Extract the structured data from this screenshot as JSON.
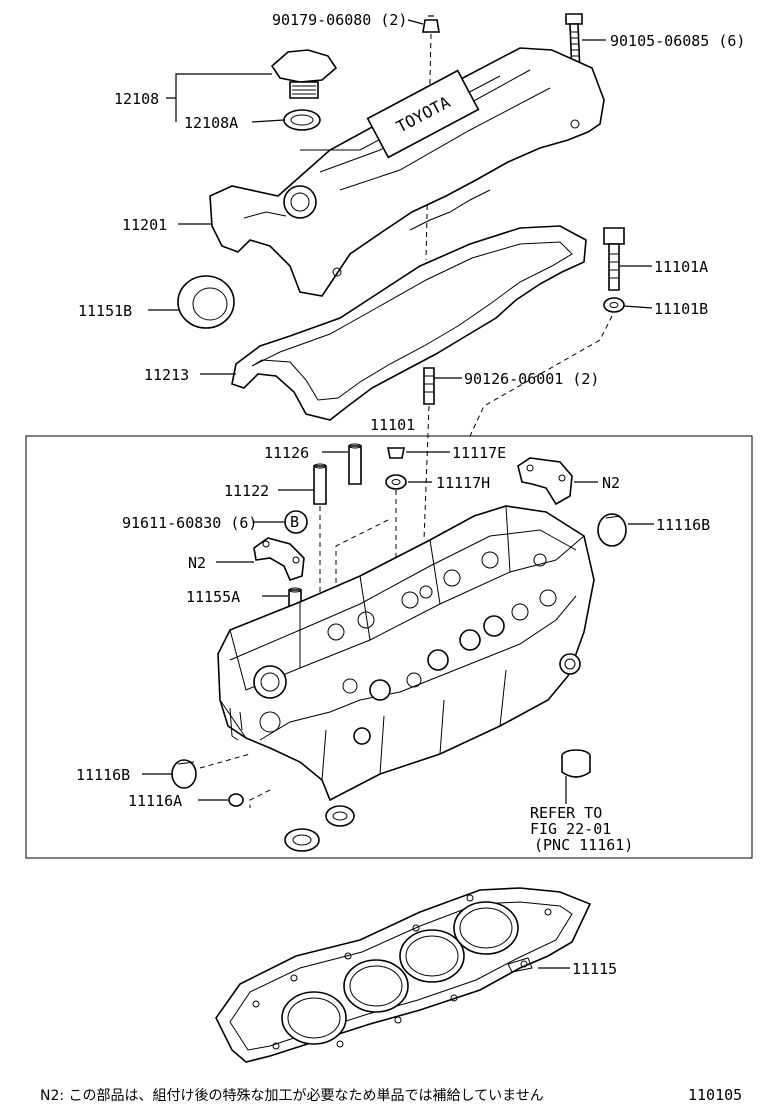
{
  "diagram": {
    "labels": {
      "p90179": "90179-06080 (2)",
      "p90105": "90105-06085 (6)",
      "p12108": "12108",
      "p12108A": "12108A",
      "p11201": "11201",
      "p11101A": "11101A",
      "p11151B": "11151B",
      "p11101B": "11101B",
      "p11213": "11213",
      "p90126": "90126-06001 (2)",
      "p11101": "11101",
      "p11126": "11126",
      "p11117E": "11117E",
      "p11122": "11122",
      "p11117H": "11117H",
      "pN2a": "N2",
      "p91611": "91611-60830 (6)",
      "pB": "B",
      "pN2b": "N2",
      "p11116B_r": "11116B",
      "p11155A": "11155A",
      "p11116B_l": "11116B",
      "p11116A": "11116A",
      "refer1": "REFER TO",
      "refer2": "FIG 22-01",
      "refer3": "(PNC 11161)",
      "p11115": "11115",
      "cover_text": "TOYOTA"
    },
    "footnote": "N2: この部品は、組付け後の特殊な加工が必要なため単品では補給していません",
    "figure_number": "110105"
  }
}
